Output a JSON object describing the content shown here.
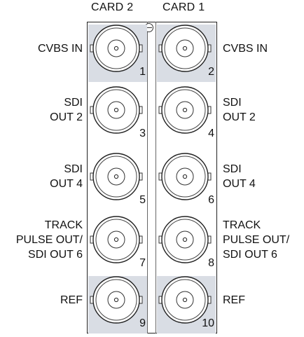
{
  "headers": {
    "card2": "CARD 2",
    "card1": "CARD 1"
  },
  "rows": [
    {
      "left_label": [
        "CVBS IN"
      ],
      "right_label": [
        "CVBS IN"
      ],
      "left_num": "1",
      "right_num": "2",
      "shaded": true
    },
    {
      "left_label": [
        "SDI",
        "OUT 2"
      ],
      "right_label": [
        "SDI",
        "OUT 2"
      ],
      "left_num": "3",
      "right_num": "4",
      "shaded": false
    },
    {
      "left_label": [
        "SDI",
        "OUT 4"
      ],
      "right_label": [
        "SDI",
        "OUT 4"
      ],
      "left_num": "5",
      "right_num": "6",
      "shaded": false
    },
    {
      "left_label": [
        "TRACK",
        "PULSE OUT/",
        "SDI OUT 6"
      ],
      "right_label": [
        "TRACK",
        "PULSE OUT/",
        "SDI OUT 6"
      ],
      "left_num": "7",
      "right_num": "8",
      "shaded": false
    },
    {
      "left_label": [
        "REF"
      ],
      "right_label": [
        "REF"
      ],
      "left_num": "9",
      "right_num": "10",
      "shaded": true
    }
  ],
  "colors": {
    "shade": "#d9dde4",
    "line": "#222222"
  },
  "icons": {
    "connector": "bnc-connector-icon",
    "screw": "screw-icon"
  }
}
